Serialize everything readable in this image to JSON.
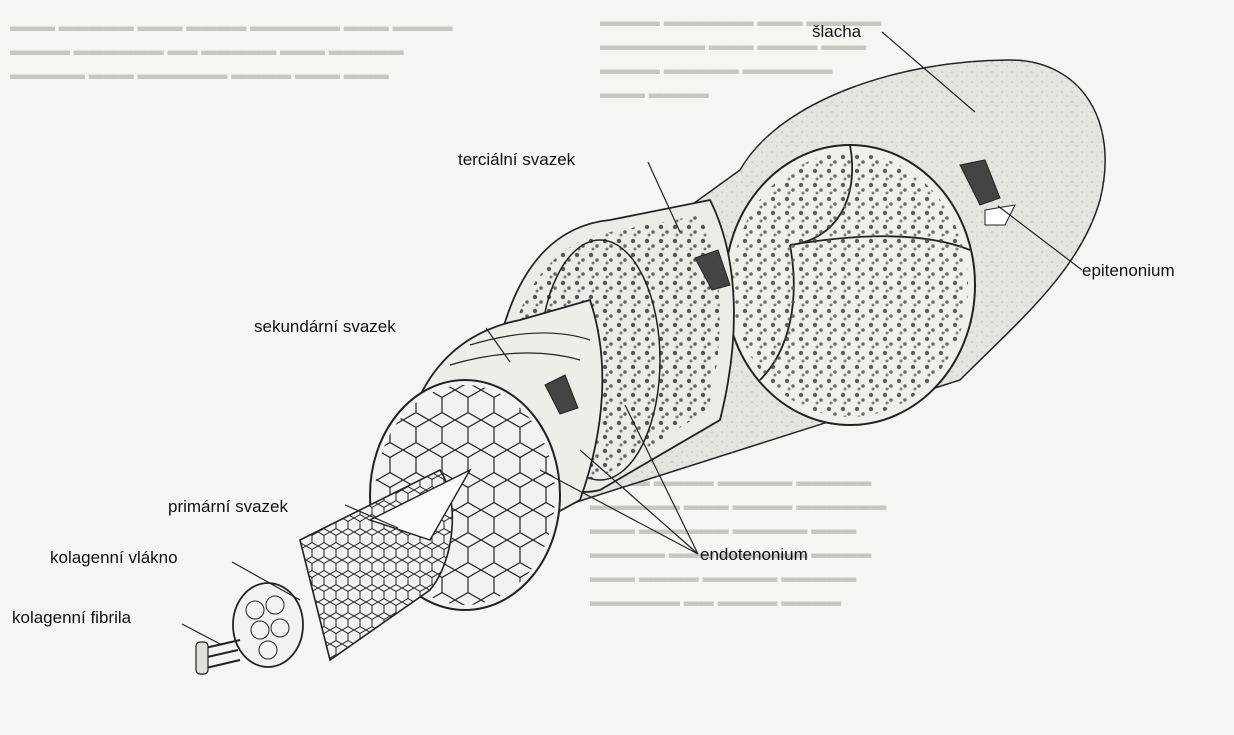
{
  "labels": {
    "slacha": "šlacha",
    "tercialni": "terciální svazek",
    "epitenonium": "epitenonium",
    "sekundarni": "sekundární svazek",
    "primarni": "primární svazek",
    "endotenonium": "endotenonium",
    "kolagenni_vlakno": "kolagenní vlákno",
    "kolagenni_fibrila": "kolagenní fibrila"
  }
}
